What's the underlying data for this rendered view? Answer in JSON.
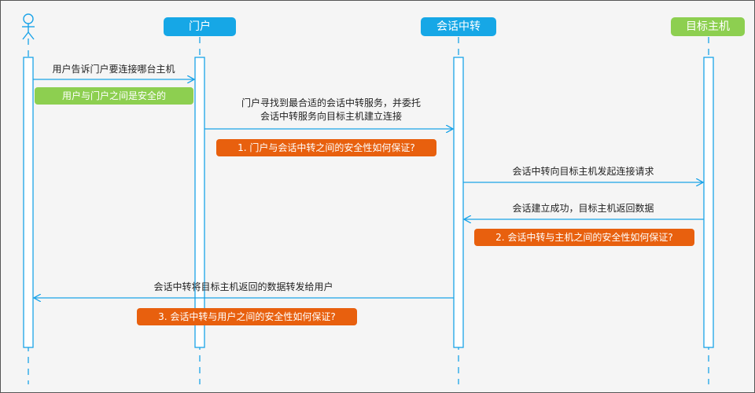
{
  "participants": [
    {
      "key": "user",
      "label": "",
      "icon": "stick-figure-icon",
      "color": "#1aa3e8"
    },
    {
      "key": "portal",
      "label": "门户",
      "color": "#16a7e6"
    },
    {
      "key": "relay",
      "label": "会话中转",
      "color": "#16a7e6"
    },
    {
      "key": "target",
      "label": "目标主机",
      "color": "#8dcf50"
    }
  ],
  "messages": [
    {
      "from": "user",
      "to": "portal",
      "lines": [
        "用户告诉门户要连接哪台主机"
      ]
    },
    {
      "from": "portal",
      "to": "relay",
      "lines": [
        "门户寻找到最合适的会话中转服务，并委托",
        "会话中转服务向目标主机建立连接"
      ]
    },
    {
      "from": "relay",
      "to": "target",
      "lines": [
        "会话中转向目标主机发起连接请求"
      ]
    },
    {
      "from": "target",
      "to": "relay",
      "lines": [
        "会话建立成功，目标主机返回数据"
      ]
    },
    {
      "from": "relay",
      "to": "user",
      "lines": [
        "会话中转将目标主机返回的数据转发给用户"
      ]
    }
  ],
  "notes": [
    {
      "text": "用户与门户之间是安全的",
      "color": "#8dcf50"
    },
    {
      "text": "1. 门户与会话中转之间的安全性如何保证?",
      "color": "#e8600e"
    },
    {
      "text": "2. 会话中转与主机之间的安全性如何保证?",
      "color": "#e8600e"
    },
    {
      "text": "3. 会话中转与用户之间的安全性如何保证?",
      "color": "#e8600e"
    }
  ],
  "colors": {
    "line": "#1aa3e8",
    "background": "#f5f5f5",
    "border": "#555555"
  }
}
